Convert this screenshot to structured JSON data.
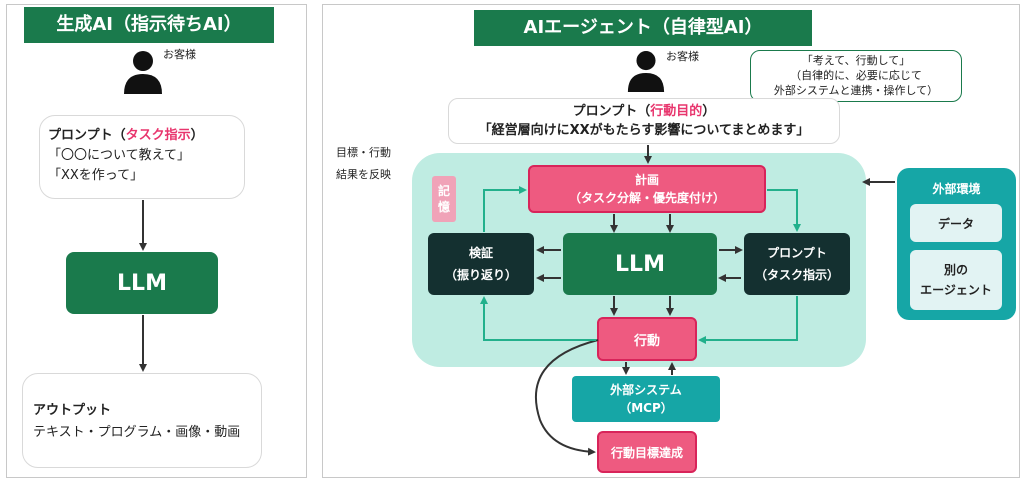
{
  "left": {
    "title": "生成AI（指示待ちAI）",
    "customer_label": "お客様",
    "prompt": {
      "head": "プロンプト（",
      "head_accent": "タスク指示",
      "head_tail": "）",
      "lines": [
        "「〇〇について教えて」",
        "「XXを作って」"
      ]
    },
    "llm_label": "LLM",
    "output": {
      "title": "アウトプット",
      "text": "テキスト・プログラム・画像・動画"
    }
  },
  "right": {
    "title": "AIエージェント（自律型AI）",
    "customer_label": "お客様",
    "speech": [
      "「考えて、行動して」",
      "（自律的に、必要に応じて",
      "外部システムと連携・操作して）"
    ],
    "prompt": {
      "head": "プロンプト（",
      "head_accent": "行動目的",
      "head_tail": "）",
      "line": "「経営層向けにXXがもたらす影響についてまとめます」"
    },
    "side_note": [
      "目標・行動",
      "結果を反映"
    ],
    "memory": [
      "記",
      "憶"
    ],
    "plan": [
      "計画",
      "（タスク分解・優先度付け）"
    ],
    "verify": [
      "検証",
      "（振り返り）"
    ],
    "llm_label": "LLM",
    "inner_prompt": [
      "プロンプト",
      "（タスク指示）"
    ],
    "action": "行動",
    "external_system": [
      "外部システム",
      "（MCP）"
    ],
    "goal": "行動目標達成",
    "env": {
      "title": "外部環境",
      "data": "データ",
      "agent": [
        "別の",
        "エージェント"
      ]
    }
  },
  "colors": {
    "green_dark": "#1a7a4c",
    "pink": "#e8356d",
    "pink_fill": "#ee5a80",
    "teal": "#16a6a6",
    "mint": "#bfece2",
    "dark": "#143030"
  }
}
